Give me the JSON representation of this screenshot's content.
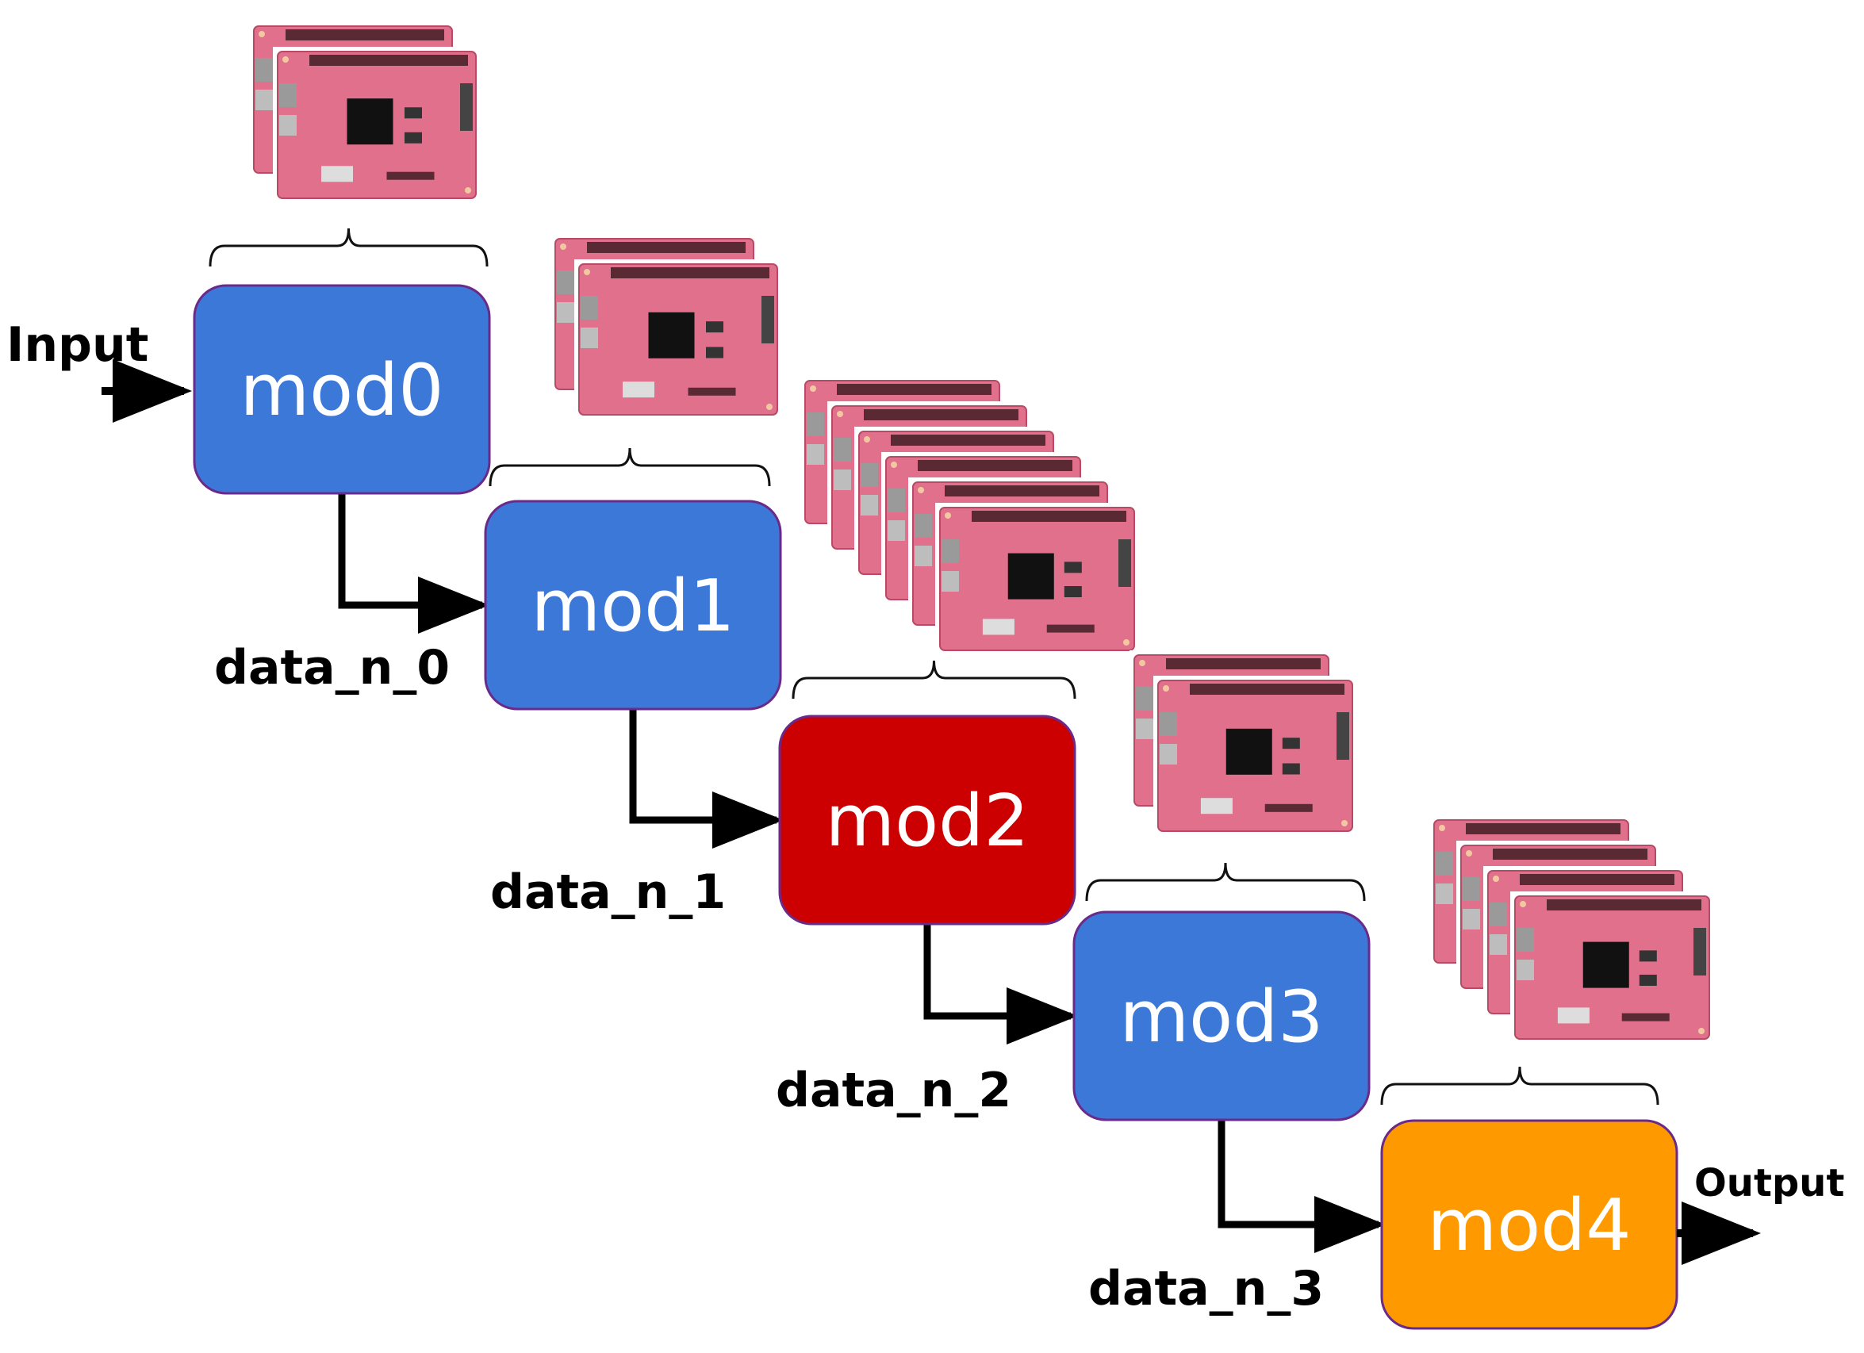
{
  "diagram": {
    "input_label": "Input",
    "output_label": "Output",
    "colors": {
      "blue": "#3c78d8",
      "red": "#cc0000",
      "orange": "#ff9900",
      "border": "#6a2a8a",
      "board": "#e0708c",
      "arrow": "#000000"
    },
    "modules": [
      {
        "id": "mod0",
        "label": "mod0",
        "color": "blue",
        "board_count": 2
      },
      {
        "id": "mod1",
        "label": "mod1",
        "color": "blue",
        "board_count": 2
      },
      {
        "id": "mod2",
        "label": "mod2",
        "color": "red",
        "board_count": 6
      },
      {
        "id": "mod3",
        "label": "mod3",
        "color": "blue",
        "board_count": 2
      },
      {
        "id": "mod4",
        "label": "mod4",
        "color": "orange",
        "board_count": 4
      }
    ],
    "edges": [
      {
        "from": "mod0",
        "to": "mod1",
        "label": "data_n_0"
      },
      {
        "from": "mod1",
        "to": "mod2",
        "label": "data_n_1"
      },
      {
        "from": "mod2",
        "to": "mod3",
        "label": "data_n_2"
      },
      {
        "from": "mod3",
        "to": "mod4",
        "label": "data_n_3"
      }
    ]
  }
}
